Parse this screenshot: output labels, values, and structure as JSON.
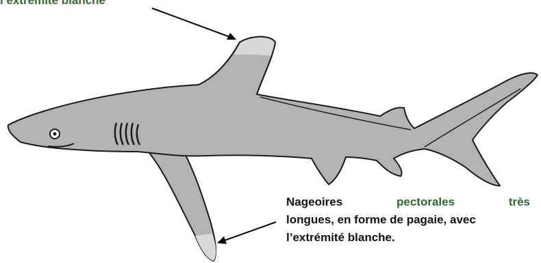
{
  "labels": {
    "dorsal_fin_caption_tail": "l’extrémité blanche",
    "pectoral_fin_caption": {
      "line1": {
        "word1": "Nageoires",
        "word2": "pectorales",
        "word3": "très"
      },
      "line2": "longues, en forme de pagaie, avec",
      "line3": "l’extrémité blanche."
    }
  },
  "colors": {
    "body": "#b3b3b3",
    "fin_tip": "#d8d8d8",
    "outline": "#1a1a1a",
    "arrow": "#000000",
    "caption_green": "#2e6b2e"
  },
  "icons": [
    "shark-illustration",
    "arrow-to-dorsal-fin",
    "arrow-to-pectoral-fin"
  ]
}
